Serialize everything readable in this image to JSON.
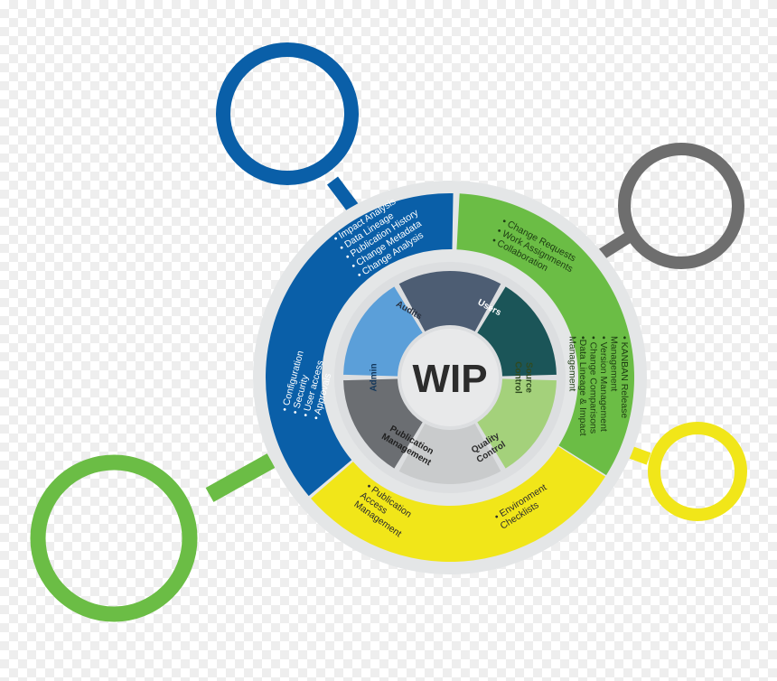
{
  "diagram": {
    "center_label": "WIP",
    "outer_ring": {
      "blue": {
        "color": "#0a5fa8",
        "top_items": [
          "• Impact Analysis",
          "• Data Lineage",
          "• Publication History",
          "• Change Metadata",
          "• Change Analysis"
        ],
        "side_items": [
          "• Configuration",
          "• Security",
          "• User access",
          "• Approvals"
        ]
      },
      "green": {
        "color": "#6bbd45",
        "top_items": [
          "• Change Requests",
          "• Work Assignments",
          "• Collaboration"
        ],
        "side_items": [
          "• KANBAN Release",
          "Management",
          "• Version Management",
          "• Change Comparisons",
          "•Data Lineage & Impact",
          "Management"
        ]
      },
      "yellow": {
        "color": "#f1e619",
        "left_items": [
          "• Publication",
          "Access",
          "Management"
        ],
        "right_items": [
          "• Environment",
          "Checklists"
        ]
      }
    },
    "inner_ring": {
      "segments": [
        {
          "label": [
            "Audits"
          ],
          "color": "#4d5d73"
        },
        {
          "label": [
            "Users"
          ],
          "color": "#1b5558"
        },
        {
          "label": [
            "Source",
            "Control"
          ],
          "color": "#a4d17b"
        },
        {
          "label": [
            "Quality",
            "Control"
          ],
          "color": "#c9cbcc"
        },
        {
          "label": [
            "Publication",
            "Management"
          ],
          "color": "#6b6e72"
        },
        {
          "label": [
            "Admin"
          ],
          "color": "#5b9fd9"
        }
      ]
    },
    "satellites": [
      {
        "name": "blue-circle",
        "color": "#0a5fa8"
      },
      {
        "name": "gray-circle",
        "color": "#6e6e6e"
      },
      {
        "name": "yellow-circle",
        "color": "#f1e619"
      },
      {
        "name": "green-circle",
        "color": "#6bbd45"
      }
    ]
  }
}
